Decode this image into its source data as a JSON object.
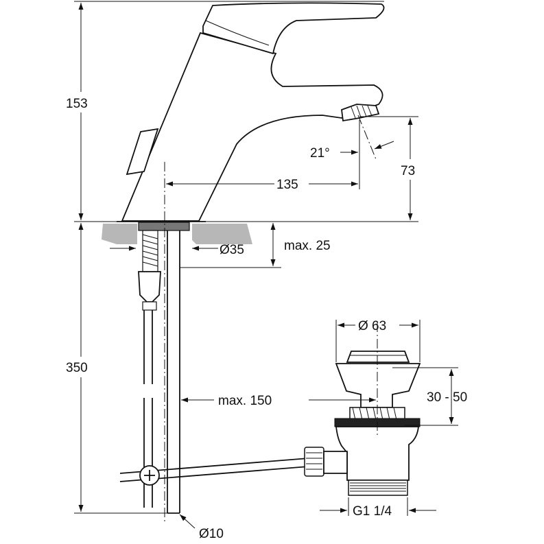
{
  "dimensions": {
    "height_faucet": "153",
    "spout_angle": "21°",
    "spout_reach": "135",
    "spout_height": "73",
    "hole_diameter": "Ø35",
    "max_deck_thickness": "max. 25",
    "rod_length": "350",
    "drain_diameter": "Ø 63",
    "drain_adjust": "30 - 50",
    "max_rod_distance": "max. 150",
    "thread_size": "G1 1/4",
    "rod_diameter": "Ø10"
  },
  "colors": {
    "line": "#111111",
    "sink_section": "#b7b7b7",
    "background": "#ffffff"
  }
}
